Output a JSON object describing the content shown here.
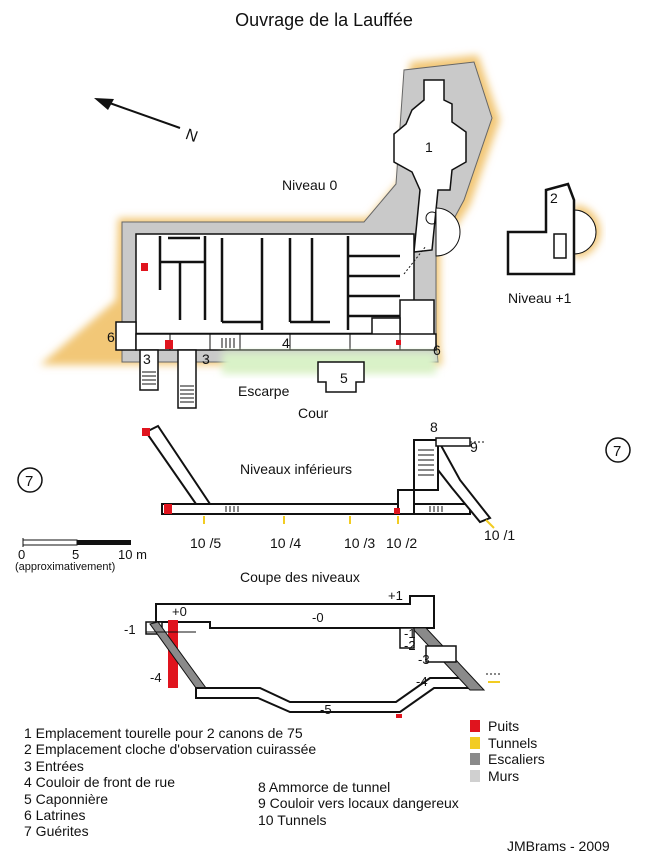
{
  "title": "Ouvrage de la Lauffée",
  "compass": {
    "label": "N"
  },
  "plan_labels": {
    "niveau0": "Niveau 0",
    "niveau_plus1": "Niveau +1",
    "escarpe": "Escarpe",
    "cour": "Cour",
    "n1": "1",
    "n2": "2",
    "n3a": "3",
    "n3b": "3",
    "n4": "4",
    "n5": "5",
    "n6a": "6",
    "n6b": "6"
  },
  "lower_levels": {
    "title": "Niveaux inférieurs",
    "marker_left": "7",
    "marker_right": "7",
    "n8": "8",
    "n9": "9",
    "tunnels": [
      "10 /5",
      "10 /4",
      "10 /3",
      "10 /2",
      "10 /1"
    ]
  },
  "scale": {
    "ticks": [
      "0",
      "5",
      "10 m"
    ],
    "note": "(approximativement)"
  },
  "section": {
    "title": "Coupe des niveaux",
    "labels": {
      "p1": "+1",
      "p0": "+0",
      "m0": "-0",
      "m1_left": "-1",
      "m1_right": "-1",
      "m2": "-2",
      "m3": "-3",
      "m4_left": "-4",
      "m4_right": "-4",
      "m5": "-5"
    }
  },
  "legend": [
    "1 Emplacement tourelle pour 2 canons de 75",
    "2 Emplacement cloche d'observation cuirassée",
    "3 Entrées",
    "4 Couloir de front de rue",
    "5 Caponnière",
    "6 Latrines",
    "7 Guérites"
  ],
  "legend2": [
    "8 Ammorce de tunnel",
    "9 Couloir vers locaux dangereux",
    "10 Tunnels"
  ],
  "key": [
    {
      "label": "Puits",
      "color": "#e0141e"
    },
    {
      "label": "Tunnels",
      "color": "#f2cc22"
    },
    {
      "label": "Escaliers",
      "color": "#8a8a8a"
    },
    {
      "label": "Murs",
      "color": "#d0d0d0"
    }
  ],
  "credit": "JMBrams - 2009",
  "colors": {
    "earth_glow": "#f2c777",
    "wall_fill": "#c9c9c9",
    "room_fill": "#ffffff",
    "line": "#111111",
    "puits": "#e0141e",
    "escarpe_glow": "#d9f2c8"
  }
}
